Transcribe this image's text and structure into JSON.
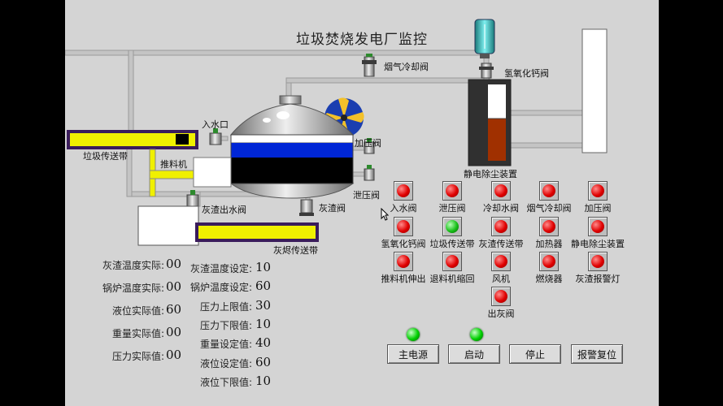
{
  "title": "垃圾焚烧发电厂监控",
  "process_labels": {
    "flue_gas_cooling_valve": "烟气冷却阀",
    "ca_hydroxide_valve": "氢氧化钙阀",
    "water_inlet": "入水口",
    "pressurize_valve": "加压阀",
    "relief_valve": "泄压阀",
    "ash_drain_valve": "灰渣出水阀",
    "ash_valve": "灰渣阀",
    "waste_conveyor": "垃圾传送带",
    "pusher": "推料机",
    "ash_conveyor": "灰烬传送带",
    "esp": "静电除尘装置"
  },
  "actual_values": [
    {
      "label": "灰渣温度实际:",
      "value": "00"
    },
    {
      "label": "锅炉温度实际:",
      "value": "00"
    },
    {
      "label": "液位实际值:",
      "value": "60"
    },
    {
      "label": "重量实际值:",
      "value": "00"
    },
    {
      "label": "压力实际值:",
      "value": "00"
    }
  ],
  "setpoints": [
    {
      "label": "灰渣温度设定:",
      "value": "10"
    },
    {
      "label": "锅炉温度设定:",
      "value": "60"
    },
    {
      "label": "压力上限值:",
      "value": "30"
    },
    {
      "label": "压力下限值:",
      "value": "10"
    },
    {
      "label": "重量设定值:",
      "value": "40"
    },
    {
      "label": "液位设定值:",
      "value": "60"
    },
    {
      "label": "液位下限值:",
      "value": "10"
    }
  ],
  "indicators": [
    {
      "label": "入水阀",
      "state": "off"
    },
    {
      "label": "泄压阀",
      "state": "off"
    },
    {
      "label": "冷却水阀",
      "state": "off"
    },
    {
      "label": "烟气冷却阀",
      "state": "off"
    },
    {
      "label": "加压阀",
      "state": "off"
    },
    {
      "label": "氢氧化钙阀",
      "state": "off"
    },
    {
      "label": "垃圾传送带",
      "state": "on"
    },
    {
      "label": "灰渣传送带",
      "state": "off"
    },
    {
      "label": "加热器",
      "state": "off"
    },
    {
      "label": "静电除尘装置",
      "state": "off"
    },
    {
      "label": "推料机伸出",
      "state": "off"
    },
    {
      "label": "退料机缩回",
      "state": "off"
    },
    {
      "label": "风机",
      "state": "off"
    },
    {
      "label": "燃烧器",
      "state": "off"
    },
    {
      "label": "灰渣报警灯",
      "state": "off"
    },
    {
      "label": "出灰阀",
      "state": "off"
    }
  ],
  "buttons": {
    "main_power": "主电源",
    "start": "启动",
    "stop": "停止",
    "alarm_reset": "报警复位"
  },
  "colors": {
    "background": "#d4d4d4",
    "lamp_off": "#e00000",
    "lamp_on": "#18c018",
    "conveyor": "#f0f000",
    "water": "#0026d6",
    "ash_level": "#a03000"
  }
}
